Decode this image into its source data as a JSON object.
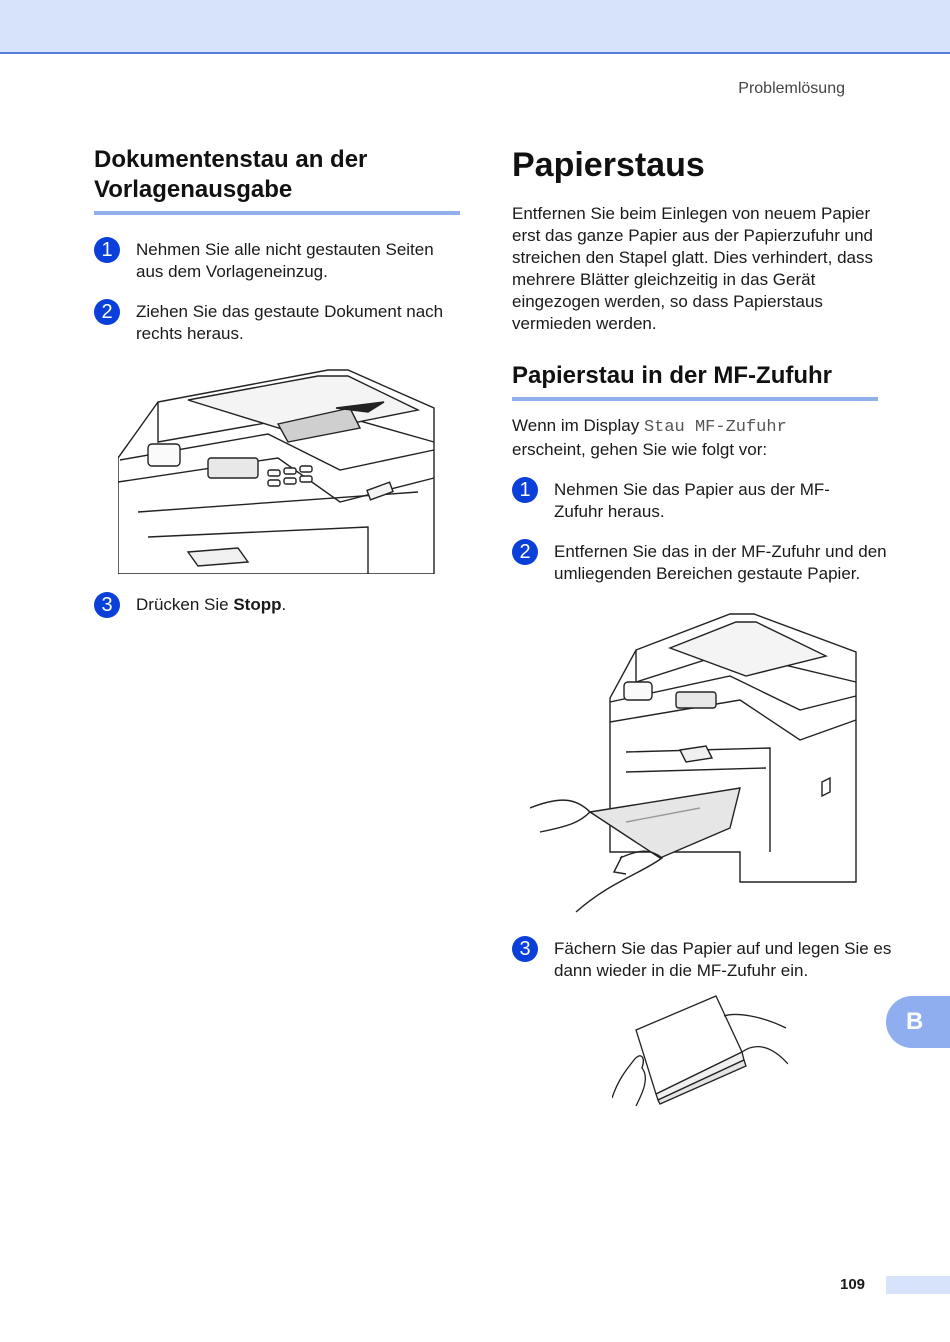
{
  "header": {
    "running_head": "Problemlösung"
  },
  "left": {
    "heading": "Dokumentenstau an der Vorlagenausgabe",
    "steps": [
      {
        "num": "1",
        "text": "Nehmen Sie alle nicht gestauten Seiten aus dem Vorlageneinzug."
      },
      {
        "num": "2",
        "text": "Ziehen Sie das gestaute Dokument nach rechts heraus."
      },
      {
        "num": "3",
        "prefix": "Drücken Sie ",
        "bold": "Stopp",
        "suffix": "."
      }
    ]
  },
  "right": {
    "title": "Papierstaus",
    "intro": "Entfernen Sie beim Einlegen von neuem Papier erst das ganze Papier aus der Papierzufuhr und streichen den Stapel glatt. Dies verhindert, dass mehrere Blätter gleichzeitig in das Gerät eingezogen werden, so dass Papierstaus vermieden werden.",
    "section_heading": "Papierstau in der MF-Zufuhr",
    "display_prefix": "Wenn im Display ",
    "display_message": "Stau MF-Zufuhr",
    "display_suffix": " erscheint, gehen Sie wie folgt vor:",
    "steps": [
      {
        "num": "1",
        "text": "Nehmen Sie das Papier aus der MF-Zufuhr heraus."
      },
      {
        "num": "2",
        "text": "Entfernen Sie das in der MF-Zufuhr und den umliegenden Bereichen gestaute Papier."
      },
      {
        "num": "3",
        "text": "Fächern Sie das Papier auf und legen Sie es dann wieder in die MF-Zufuhr ein."
      }
    ]
  },
  "side_tab": "B",
  "footer": {
    "page_number": "109"
  },
  "colors": {
    "accent_blue": "#0a3fd9",
    "rule_blue": "#8fb0ea",
    "band_blue": "#d6e3fb"
  }
}
